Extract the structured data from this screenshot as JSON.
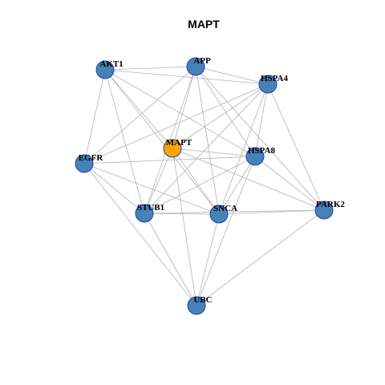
{
  "title": "MAPT",
  "colors": {
    "node_default": "#4682b4",
    "node_focus": "#ffa500",
    "node_border": "#1f3fbf",
    "edge": "#b3b3b3",
    "text": "#000000"
  },
  "nodes": [
    {
      "id": "AKT1",
      "label": "AKT1",
      "focus": false
    },
    {
      "id": "APP",
      "label": "APP",
      "focus": false
    },
    {
      "id": "HSPA4",
      "label": "HSPA4",
      "focus": false
    },
    {
      "id": "MAPT",
      "label": "MAPT",
      "focus": true
    },
    {
      "id": "HSPA8",
      "label": "HSPA8",
      "focus": false
    },
    {
      "id": "EGFR",
      "label": "EGFR",
      "focus": false
    },
    {
      "id": "STUB1",
      "label": "STUB1",
      "focus": false
    },
    {
      "id": "SNCA",
      "label": "SNCA",
      "focus": false
    },
    {
      "id": "PARK2",
      "label": "PARK2",
      "focus": false
    },
    {
      "id": "UBC",
      "label": "UBC",
      "focus": false
    }
  ],
  "edges": [
    [
      "AKT1",
      "APP"
    ],
    [
      "AKT1",
      "HSPA4"
    ],
    [
      "AKT1",
      "MAPT"
    ],
    [
      "AKT1",
      "HSPA8"
    ],
    [
      "AKT1",
      "EGFR"
    ],
    [
      "AKT1",
      "STUB1"
    ],
    [
      "AKT1",
      "SNCA"
    ],
    [
      "APP",
      "HSPA4"
    ],
    [
      "APP",
      "MAPT"
    ],
    [
      "APP",
      "HSPA8"
    ],
    [
      "APP",
      "EGFR"
    ],
    [
      "APP",
      "STUB1"
    ],
    [
      "APP",
      "SNCA"
    ],
    [
      "APP",
      "PARK2"
    ],
    [
      "HSPA4",
      "MAPT"
    ],
    [
      "HSPA4",
      "HSPA8"
    ],
    [
      "HSPA4",
      "EGFR"
    ],
    [
      "HSPA4",
      "STUB1"
    ],
    [
      "HSPA4",
      "SNCA"
    ],
    [
      "HSPA4",
      "PARK2"
    ],
    [
      "MAPT",
      "HSPA8"
    ],
    [
      "MAPT",
      "STUB1"
    ],
    [
      "MAPT",
      "SNCA"
    ],
    [
      "MAPT",
      "PARK2"
    ],
    [
      "MAPT",
      "UBC"
    ],
    [
      "HSPA8",
      "EGFR"
    ],
    [
      "HSPA8",
      "STUB1"
    ],
    [
      "HSPA8",
      "SNCA"
    ],
    [
      "HSPA8",
      "PARK2"
    ],
    [
      "HSPA8",
      "UBC"
    ],
    [
      "EGFR",
      "STUB1"
    ],
    [
      "EGFR",
      "SNCA"
    ],
    [
      "EGFR",
      "UBC"
    ],
    [
      "STUB1",
      "SNCA"
    ],
    [
      "STUB1",
      "PARK2"
    ],
    [
      "STUB1",
      "UBC"
    ],
    [
      "SNCA",
      "PARK2"
    ],
    [
      "SNCA",
      "UBC"
    ],
    [
      "PARK2",
      "UBC"
    ]
  ]
}
